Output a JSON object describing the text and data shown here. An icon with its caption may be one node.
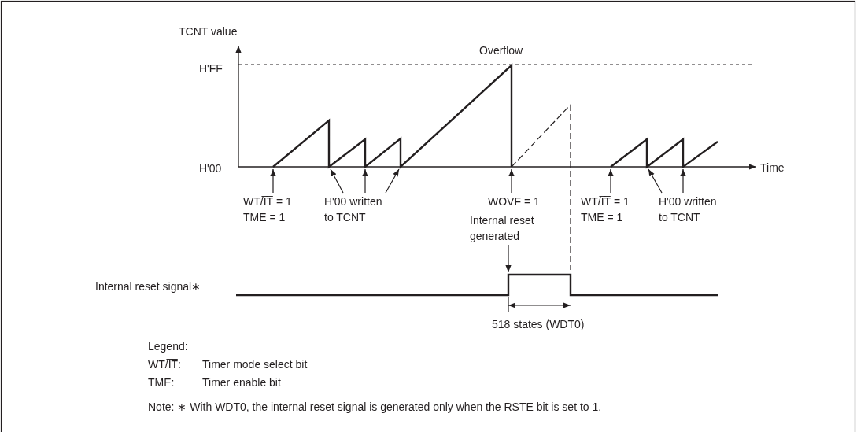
{
  "diagram": {
    "nodes": [
      {
        "text": [
          "WT/I̅T̅ = 1",
          "TME = 1"
        ]
      },
      {
        "text": [
          "H'00 written to TCNT"
        ]
      },
      {
        "text": [
          "WOVF = 1"
        ]
      },
      {
        "text": [
          "Internal reset generated"
        ]
      },
      {
        "text": [
          "WT/I̅T̅ = 1",
          "TME = 1"
        ]
      },
      {
        "text": [
          "H'00 written to TCNT"
        ]
      }
    ],
    "edges": [
      {
        "from": 0,
        "to": null,
        "arrow": "to"
      },
      {
        "from": 1,
        "to": null,
        "arrow": "to"
      },
      {
        "from": 1,
        "to": null,
        "arrow": "to"
      },
      {
        "from": 1,
        "to": null,
        "arrow": "to"
      },
      {
        "from": 2,
        "to": null,
        "arrow": "to"
      },
      {
        "from": 3,
        "to": null,
        "arrow": "to"
      },
      {
        "from": 4,
        "to": null,
        "arrow": "to"
      },
      {
        "from": 5,
        "to": null,
        "arrow": "to"
      },
      {
        "from": 5,
        "to": null,
        "arrow": "to"
      }
    ],
    "labels": [
      "TCNT value",
      "Overflow",
      "H'FF",
      "H'00",
      "Time",
      "Internal reset signal∗",
      "518 states (WDT0)",
      "Legend:",
      "WT/I̅T̅:",
      "Timer mode select bit",
      "TME:",
      "Timer enable bit",
      "Note: ∗  With WDT0, the internal reset signal is generated only when the RSTE bit is set to 1."
    ]
  }
}
